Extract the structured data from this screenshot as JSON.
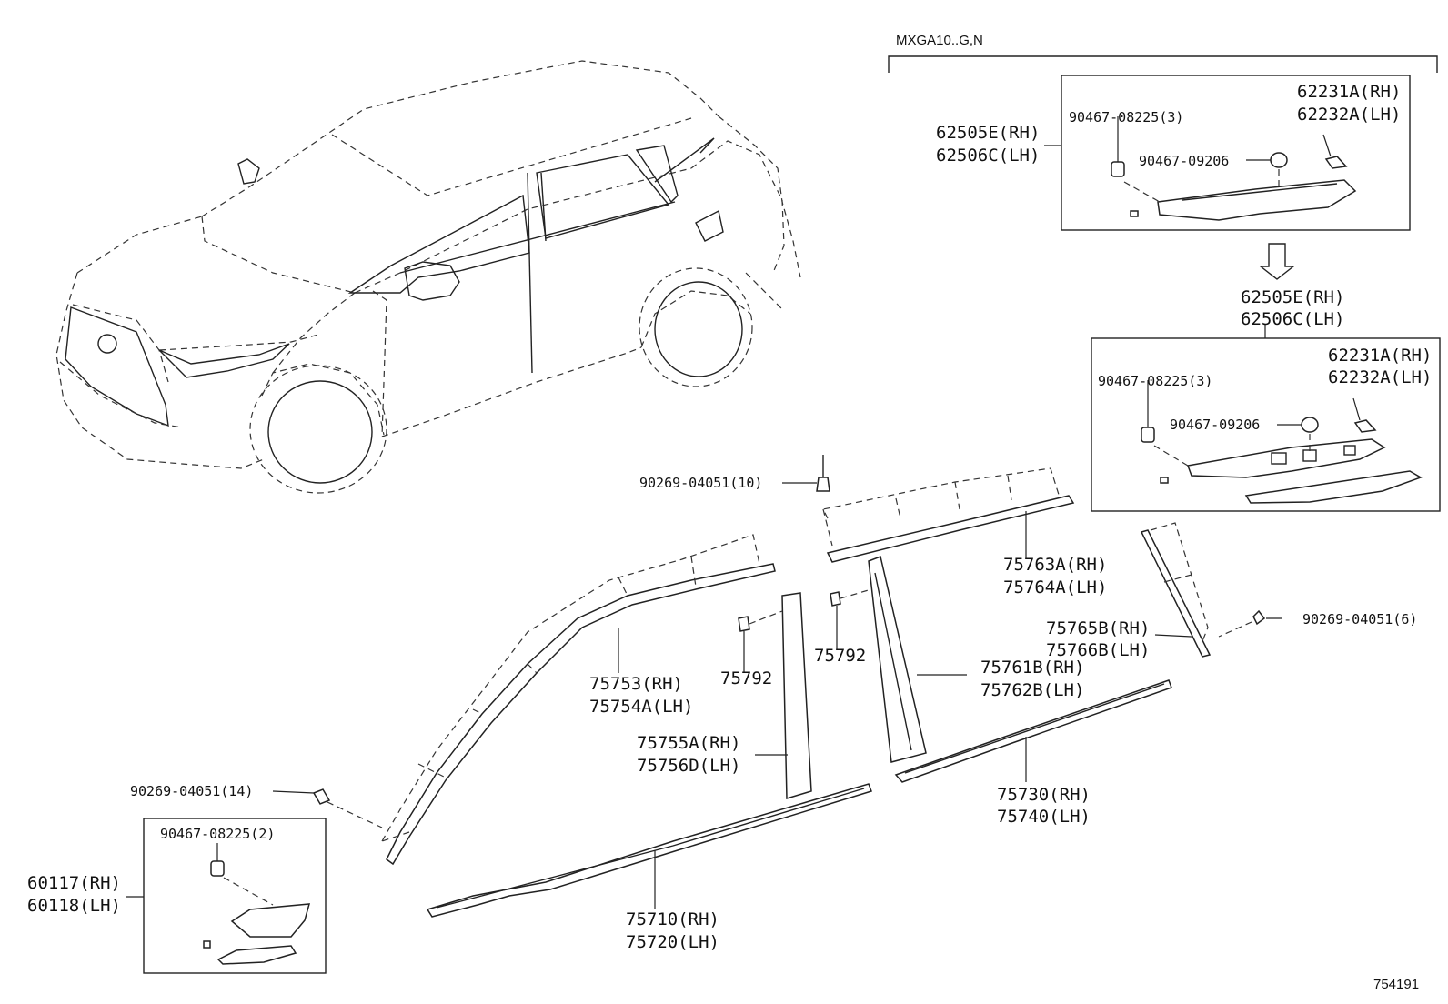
{
  "model_header": "MXGA10..G,N",
  "diagram_code": "754191",
  "labels": {
    "l90467_08225_3_top": "90467-08225(3)",
    "l62231A_RH_top": "62231A(RH)",
    "l62232A_LH_top": "62232A(LH)",
    "l62505E_RH_top": "62505E(RH)",
    "l62506C_LH_top": "62506C(LH)",
    "l90467_09206_top": "90467-09206",
    "l62505E_RH_mid": "62505E(RH)",
    "l62506C_LH_mid": "62506C(LH)",
    "l62231A_RH_mid": "62231A(RH)",
    "l62232A_LH_mid": "62232A(LH)",
    "l90467_08225_3_mid": "90467-08225(3)",
    "l90467_09206_mid": "90467-09206",
    "l90269_04051_10": "90269-04051(10)",
    "l75763A_RH": "75763A(RH)",
    "l75764A_LH": "75764A(LH)",
    "l75765B_RH": "75765B(RH)",
    "l75766B_LH": "75766B(LH)",
    "l90269_04051_6": "90269-04051(6)",
    "l75753_RH": "75753(RH)",
    "l75754A_LH": "75754A(LH)",
    "l75792_a": "75792",
    "l75792_b": "75792",
    "l75761B_RH": "75761B(RH)",
    "l75762B_LH": "75762B(LH)",
    "l75755A_RH": "75755A(RH)",
    "l75756D_LH": "75756D(LH)",
    "l90269_04051_14": "90269-04051(14)",
    "l75730_RH": "75730(RH)",
    "l75740_LH": "75740(LH)",
    "l90467_08225_2": "90467-08225(2)",
    "l60117_RH": "60117(RH)",
    "l60118_LH": "60118(LH)",
    "l75710_RH": "75710(RH)",
    "l75720_LH": "75720(LH)"
  }
}
